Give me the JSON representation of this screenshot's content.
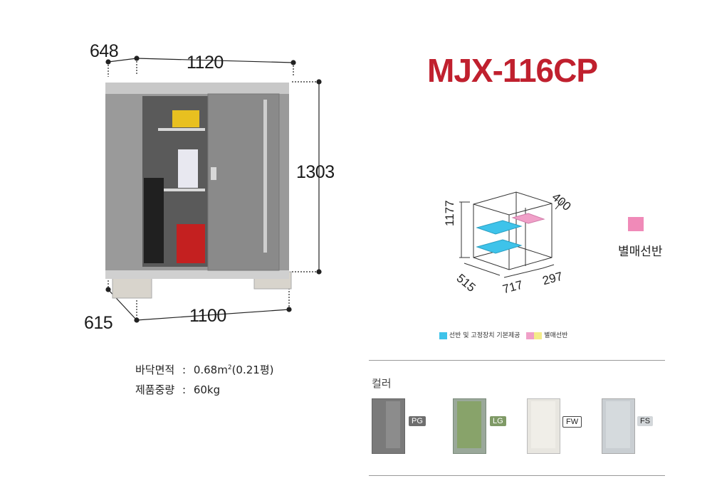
{
  "product": {
    "model": "MJX-116CP"
  },
  "dimensions": {
    "top_depth": "648",
    "top_width": "1120",
    "height": "1303",
    "bottom_depth": "615",
    "bottom_width": "1100"
  },
  "interior": {
    "height": "1177",
    "depth_shelf": "400",
    "depth": "515",
    "width_left": "717",
    "width_right": "297",
    "optional_label": "별매선반"
  },
  "legend": {
    "item1": "선반 및 고정장치 기본제공",
    "item2": "별매선반",
    "item1_color": "#3ec3ea",
    "item2_color": "#f0a0c8",
    "item2_swatch": "#f4ec8a"
  },
  "specs": {
    "floor_area_label": "바닥면적",
    "floor_area_value": "0.68m",
    "floor_area_sup": "2",
    "floor_area_pyeong": "(0.21평)",
    "weight_label": "제품중량",
    "weight_value": "60kg",
    "separator": ":"
  },
  "colors": {
    "heading": "컬러",
    "options": [
      {
        "code": "PG",
        "body": "#7a7a7a",
        "door": "#8c8c8c",
        "tag_bg": "#6e6e6e",
        "tag_fg": "#ffffff"
      },
      {
        "code": "LG",
        "body": "#9aa89a",
        "door": "#88a36a",
        "tag_bg": "#7f9a66",
        "tag_fg": "#ffffff"
      },
      {
        "code": "FW",
        "body": "#e8e6e0",
        "door": "#f0eee8",
        "tag_bg": "#ffffff",
        "tag_fg": "#222222"
      },
      {
        "code": "FS",
        "body": "#c9ced2",
        "door": "#d5dadd",
        "tag_bg": "#d3d7da",
        "tag_fg": "#222222"
      }
    ]
  }
}
